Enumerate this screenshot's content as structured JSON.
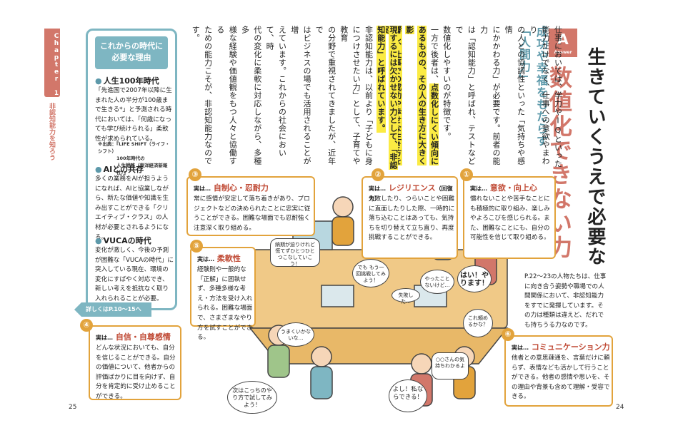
{
  "chapter": {
    "tab": "Chapter 1",
    "subtitle": "非認知能力を知ろう"
  },
  "reason_box": {
    "title_line1": "これからの時代に",
    "title_line2": "必要な理由",
    "sections": [
      {
        "head": "人生100年時代",
        "body": "「先進国で2007年以降に生まれた人の半分が100歳まで生きる*」と予測される時代においては、「何歳になっても学び続けられる」柔軟性が求められている。"
      },
      {
        "head": "AIとの共存",
        "body": "多くの業務をAIが担うようになれば、AIと協業しながら、新たな価値や知識を生み出すことができる「クリエイティブ・クラス」の人材が必要とされるようになる。"
      },
      {
        "head": "VUCAの時代",
        "body": "変化が激しく、今後の予測が困難な「VUCAの時代」に突入している現在、環境の変化にすばやく対応でき、新しい考えを抵抗なく取り入れられることが必要。"
      }
    ],
    "note_line1": "※出典：『LIFE SHIFT（ライフ・シフト）",
    "note_line2": "100年時代の",
    "note_line3": "人生戦略（東洋経済新報社）』",
    "more": "詳しくはP.10〜15へ"
  },
  "answer": {
    "badge": "A",
    "badge_label": "Answer",
    "heading_line1": "生きていくうえで必要な",
    "heading_line2": "数値化できない力",
    "subhead_line1": "成功や幸福をもたらす",
    "subhead_line2": "「人間力」"
  },
  "body_text": {
    "col_a1": "仕事においては、学力やIQといった",
    "col_a2": "能力だけでなく、仕事への意欲やまわり",
    "col_a3": "の人との協調性といった「気持ちや感情",
    "col_a4": "にかかわる力」が必要です。前者の能力",
    "col_a5": "は「認知能力」と呼ばれ、テストなどで",
    "col_a6": "数値化しやすいのが特徴です。",
    "col_a7": "一方で後者は、",
    "col_a7_hl": "点数化しにくい傾向に",
    "col_a8_hl": "あるものの、その人の生き方に大きく影",
    "col_a9_hl": "響し、仕事での成功や幸せな生き方を実",
    "col_b1_hl": "現するには欠かせない力として、「非認",
    "col_b2_hl": "知能力」と呼ばれています。",
    "col_b3": "非認知能力は、以前より「子どもに身",
    "col_b4": "につけさせたい力」として、子育てや教育",
    "col_b5": "の分野で重視されてきましたが、近年で",
    "col_b6": "はビジネスの場でも活用されることが増",
    "col_b7": "えています。これからの社会において、時",
    "col_b8": "代の変化に柔軟に対応しながら、多種多",
    "col_b9": "様な経験や価値観をもつ人々と協働する",
    "col_b10": "ための能力こそが、非認知能力なのです。"
  },
  "skills": [
    {
      "num": "①",
      "pre": "実は…",
      "title": "意欲・向上心",
      "body": "慣れないことや苦手なことにも積極的に取り組み、楽しみやよろこびを感じられる。また、困難なことにも、自分の可能性を信じて取り組める。"
    },
    {
      "num": "②",
      "pre": "実は…",
      "title": "レジリエンス",
      "title_sub": "（回復力）",
      "body": "失敗したり、つらいことや困難に直面したりした際、一時的に落ち込むことはあっても、気持ちを切り替えて立ち直り、再度挑戦することができる。"
    },
    {
      "num": "③",
      "pre": "実は…",
      "title": "自制心・忍耐力",
      "body": "常に感情が安定して落ち着きがあり、プロジェクトなどの決められたことに忠実に従うことができる。困難な場面でも忍耐強く注意深く取り組める。"
    },
    {
      "num": "④",
      "pre": "実は…",
      "title": "自信・自尊感情",
      "body": "どんな状況においても、自分を信じることができる。自分の価値について、他者からの評価ばかりに目を向けず、自分を肯定的に受け止めることができる。"
    },
    {
      "num": "⑤",
      "pre": "実は…",
      "title": "柔軟性",
      "body": "経験則や一般的な「正解」に固執せず、多種多様な考え・方法を受け入れられる。困難な場面で、さまざまなやり方を試すことができる。"
    },
    {
      "num": "⑥",
      "pre": "実は…",
      "title": "コミュニケーション力",
      "body": "他者との意思疎通を、言葉だけに頼らず、表情なども活かして行うことができる。他者の感情や思いを、その理由や背景も含めて理解・受容できる。"
    }
  ],
  "p22_note": "P.22〜23の人物たちは、仕事に向き合う姿勢や職場での人間関係において、非認知能力をすでに発揮しています。その力は種類は違えど、だれでも持ちうる力なのです。",
  "bubbles": {
    "b1": "納期が迫りけれど慌てずひとつひとつこなしていこう！",
    "b2": "でも もう一回挑戦してみよう！",
    "b3": "失敗した…",
    "b4": "やったことないけど…",
    "b5": "はい！やります！",
    "b6": "これ頼めるかな？",
    "b7": "うまくいかないな…",
    "b8": "次はこっちのやり方で試してみよう！",
    "b9": "よし！私ならできる！",
    "b10": "○○さんの気持ちわかるよ"
  },
  "page_numbers": {
    "left": "25",
    "right": "24"
  },
  "colors": {
    "accent_red": "#d2776a",
    "teal": "#7eb6c2",
    "orange": "#e2a33c",
    "highlight": "#fbeb43"
  }
}
